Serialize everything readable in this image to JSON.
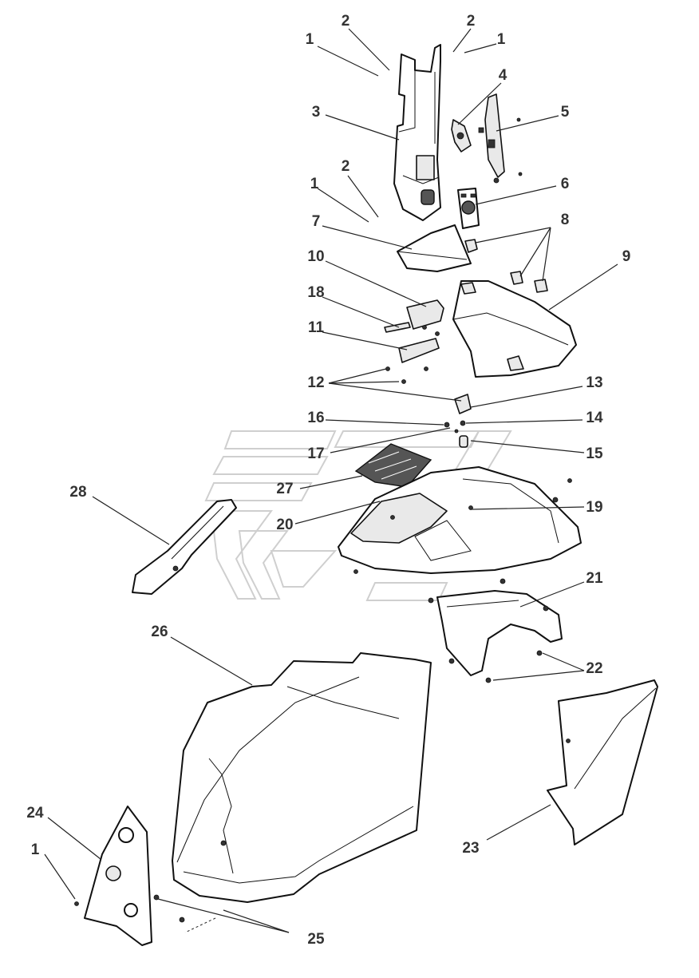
{
  "callouts": [
    {
      "id": "c1a",
      "label": "1"
    },
    {
      "id": "c2a",
      "label": "2"
    },
    {
      "id": "c2b",
      "label": "2"
    },
    {
      "id": "c1b",
      "label": "1"
    },
    {
      "id": "c4",
      "label": "4"
    },
    {
      "id": "c3",
      "label": "3"
    },
    {
      "id": "c5",
      "label": "5"
    },
    {
      "id": "c2c",
      "label": "2"
    },
    {
      "id": "c1c",
      "label": "1"
    },
    {
      "id": "c6",
      "label": "6"
    },
    {
      "id": "c7",
      "label": "7"
    },
    {
      "id": "c8",
      "label": "8"
    },
    {
      "id": "c10",
      "label": "10"
    },
    {
      "id": "c9",
      "label": "9"
    },
    {
      "id": "c18",
      "label": "18"
    },
    {
      "id": "c11",
      "label": "11"
    },
    {
      "id": "c12",
      "label": "12"
    },
    {
      "id": "c13",
      "label": "13"
    },
    {
      "id": "c16",
      "label": "16"
    },
    {
      "id": "c14",
      "label": "14"
    },
    {
      "id": "c17",
      "label": "17"
    },
    {
      "id": "c15",
      "label": "15"
    },
    {
      "id": "c27",
      "label": "27"
    },
    {
      "id": "c28",
      "label": "28"
    },
    {
      "id": "c19",
      "label": "19"
    },
    {
      "id": "c20",
      "label": "20"
    },
    {
      "id": "c21",
      "label": "21"
    },
    {
      "id": "c26",
      "label": "26"
    },
    {
      "id": "c22",
      "label": "22"
    },
    {
      "id": "c24",
      "label": "24"
    },
    {
      "id": "c23",
      "label": "23"
    },
    {
      "id": "c1d",
      "label": "1"
    },
    {
      "id": "c25",
      "label": "25"
    }
  ]
}
